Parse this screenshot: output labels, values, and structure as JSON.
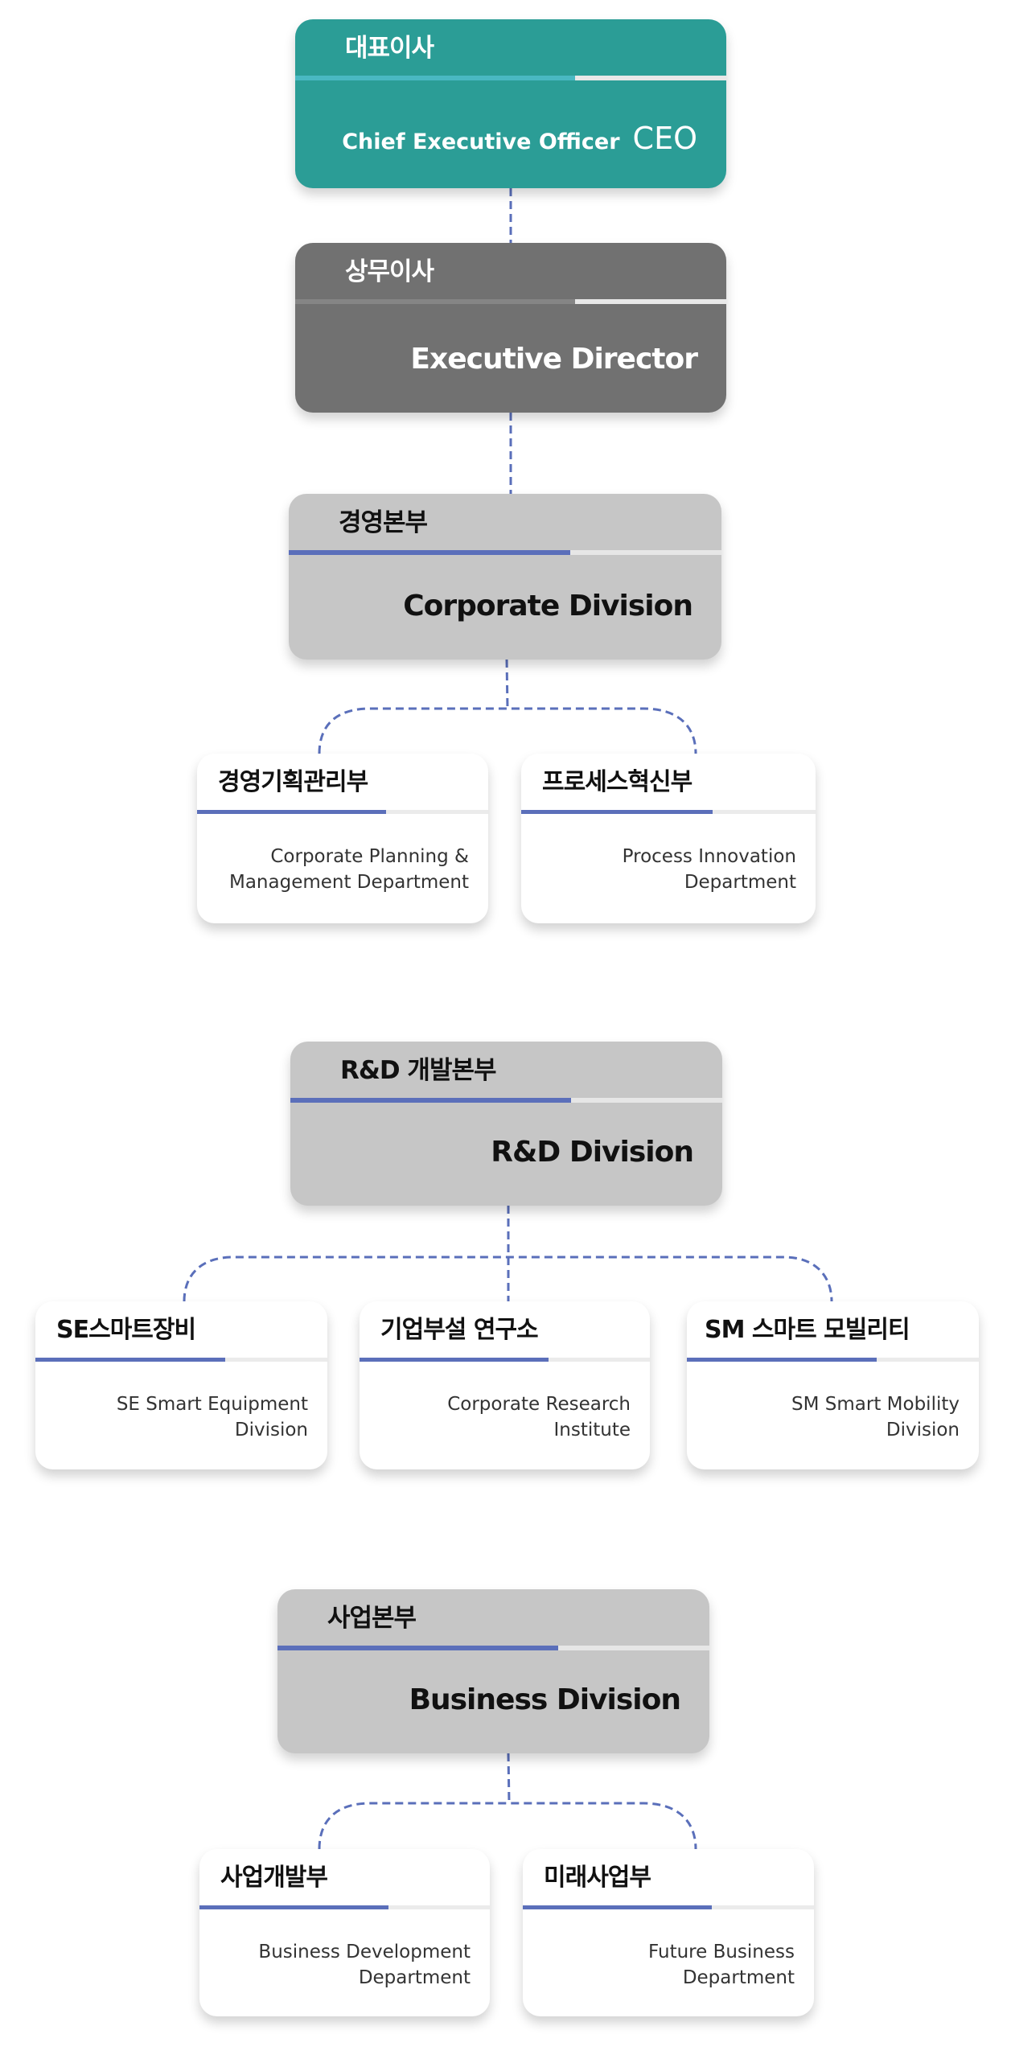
{
  "colors": {
    "ceo": "#2b9d96",
    "executive": "#717171",
    "division": "#c6c6c6",
    "accent": "#5b6fba",
    "connector": "#5a6fba"
  },
  "ceo": {
    "title": "대표이사",
    "subtitle": "Chief Executive Officer",
    "abbr": "CEO"
  },
  "executive": {
    "title": "상무이사",
    "subtitle": "Executive Director"
  },
  "corporate": {
    "title": "경영본부",
    "subtitle": "Corporate Division",
    "departments": [
      {
        "title": "경영기획관리부",
        "line1": "Corporate Planning &",
        "line2": "Management Department"
      },
      {
        "title": "프로세스혁신부",
        "line1": "Process Innovation",
        "line2": "Department"
      }
    ]
  },
  "rnd": {
    "title": "R&D 개발본부",
    "subtitle": "R&D Division",
    "departments": [
      {
        "title": "SE스마트장비",
        "line1": "SE Smart Equipment",
        "line2": "Division"
      },
      {
        "title": "기업부설 연구소",
        "line1": "Corporate Research",
        "line2": "Institute"
      },
      {
        "title": "SM 스마트 모빌리티",
        "line1": "SM Smart Mobility",
        "line2": "Division"
      }
    ]
  },
  "business": {
    "title": "사업본부",
    "subtitle": "Business Division",
    "departments": [
      {
        "title": "사업개발부",
        "line1": "Business Development",
        "line2": "Department"
      },
      {
        "title": "미래사업부",
        "line1": "Future Business",
        "line2": "Department"
      }
    ]
  }
}
